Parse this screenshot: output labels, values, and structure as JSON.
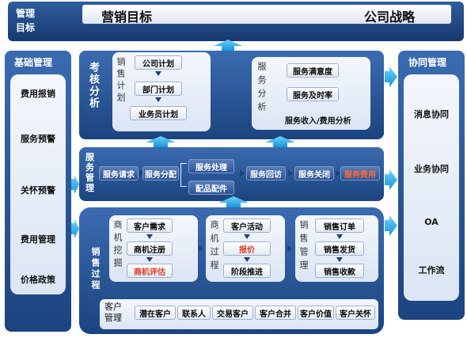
{
  "top": {
    "label": "管理\n目标",
    "marketing_goal": "营销目标",
    "company_strategy": "公司战略"
  },
  "left": {
    "title": "基础管理",
    "items": [
      {
        "label": "费用报销",
        "highlight": true
      },
      {
        "label": "服务预警",
        "highlight": false
      },
      {
        "label": "关怀预警",
        "highlight": false
      },
      {
        "label": "费用管理",
        "highlight": true
      },
      {
        "label": "价格政策",
        "highlight": false
      }
    ]
  },
  "right": {
    "title": "协同管理",
    "items": [
      "消息协同",
      "业务协同",
      "OA",
      "工作流"
    ]
  },
  "assess": {
    "title": "考核分析",
    "sales_plan": {
      "label": "销售计划",
      "items": [
        "公司计划",
        "部门计划",
        "业务员计划"
      ]
    },
    "service_analysis": {
      "label": "服务分析",
      "items": [
        "服务满意度",
        "服务及时率",
        "服务收入/费用分析"
      ]
    }
  },
  "service": {
    "title": "服务管理",
    "items": [
      "服务请求",
      "服务分配",
      "服务处理",
      "配品配件",
      "服务回访",
      "服务关闭",
      "服务费用"
    ]
  },
  "sales": {
    "title": "销售过程",
    "mining": {
      "label": "商机挖掘",
      "items": [
        "客户需求",
        "商机注册",
        "商机评估"
      ]
    },
    "process": {
      "label": "商机过程",
      "items": [
        "客户活动",
        "报价",
        "阶段推进"
      ]
    },
    "management": {
      "label": "销售管理",
      "items": [
        "销售订单",
        "销售发货",
        "销售收款"
      ]
    },
    "customer": {
      "label": "客户管理",
      "items": [
        "潜在客户",
        "联系人",
        "交易客户",
        "客户合并",
        "客户价值",
        "客户关怀"
      ]
    }
  },
  "colors": {
    "accent_red": "#e23a1c",
    "navy": "#1a3f7a",
    "arrow": "#2ea8e6"
  }
}
